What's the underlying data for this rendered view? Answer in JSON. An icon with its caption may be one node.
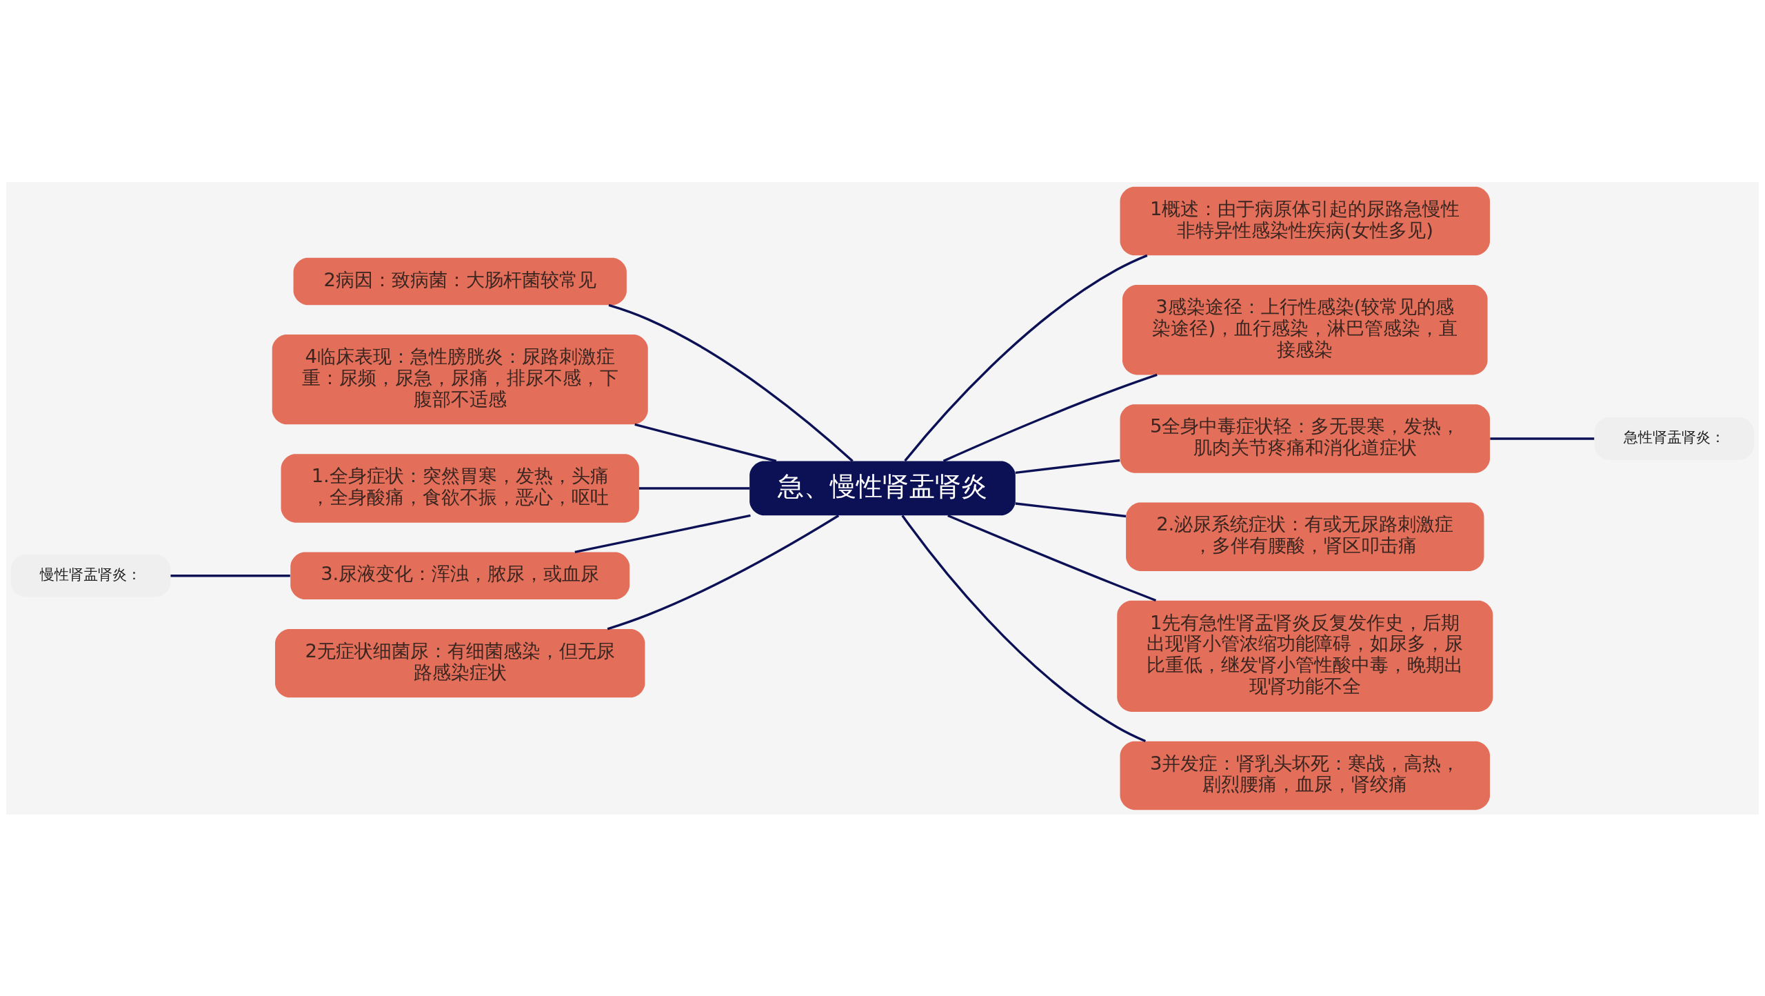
{
  "diagram": {
    "nodes": [
      {
        "text": [
          "急、慢性肾盂肾炎"
        ]
      },
      {
        "text": [
          "1概述：由于病原体引起的尿路急慢性非特异性感染性疾病(女性多见)"
        ]
      },
      {
        "text": [
          "2病因：致病菌：大肠杆菌较常见"
        ]
      },
      {
        "text": [
          "3感染途径：上行性感染(较常见的感染途径)，血行感染，淋巴管感染，直接感染"
        ]
      },
      {
        "text": [
          "4临床表现：急性膀胱炎：尿路刺激症重：尿频，尿急，尿痛，排尿不感，下腹部不适感"
        ]
      },
      {
        "text": [
          "5全身中毒症状轻：多无畏寒，发热，肌肉关节疼痛和消化道症状"
        ]
      },
      {
        "text": [
          "急性肾盂肾炎："
        ]
      },
      {
        "text": [
          "1.全身症状：突然胃寒，发热，头痛，全身酸痛，食欲不振，恶心，呕吐"
        ]
      },
      {
        "text": [
          "2.泌尿系统症状：有或无尿路刺激症，多伴有腰酸，肾区叩击痛"
        ]
      },
      {
        "text": [
          "慢性肾盂肾炎："
        ]
      },
      {
        "text": [
          "3.尿液变化：浑浊，脓尿，或血尿"
        ]
      },
      {
        "text": [
          "1先有急性肾盂肾炎反复发作史，后期出现肾小管浓缩功能障碍，如尿多，尿比重低，继发肾小管性酸中毒，晚期出现肾功能不全"
        ]
      },
      {
        "text": [
          "2无症状细菌尿：有细菌感染，但无尿路感染症状"
        ]
      },
      {
        "text": [
          "3并发症：肾乳头坏死：寒战，高热，剧烈腰痛，血尿，肾绞痛"
        ]
      }
    ],
    "edges": [
      {
        "from": 0,
        "to": 1,
        "arrow": "none"
      },
      {
        "from": 2,
        "to": 0,
        "arrow": "none"
      },
      {
        "from": 0,
        "to": 3,
        "arrow": "none"
      },
      {
        "from": 4,
        "to": 0,
        "arrow": "none"
      },
      {
        "from": 0,
        "to": 5,
        "arrow": "none"
      },
      {
        "from": 5,
        "to": 6,
        "arrow": "none"
      },
      {
        "from": 7,
        "to": 0,
        "arrow": "none"
      },
      {
        "from": 0,
        "to": 8,
        "arrow": "none"
      },
      {
        "from": 9,
        "to": 10,
        "arrow": "none"
      },
      {
        "from": 10,
        "to": 0,
        "arrow": "none"
      },
      {
        "from": 0,
        "to": 11,
        "arrow": "none"
      },
      {
        "from": 12,
        "to": 0,
        "arrow": "none"
      },
      {
        "from": 0,
        "to": 13,
        "arrow": "none"
      }
    ]
  }
}
